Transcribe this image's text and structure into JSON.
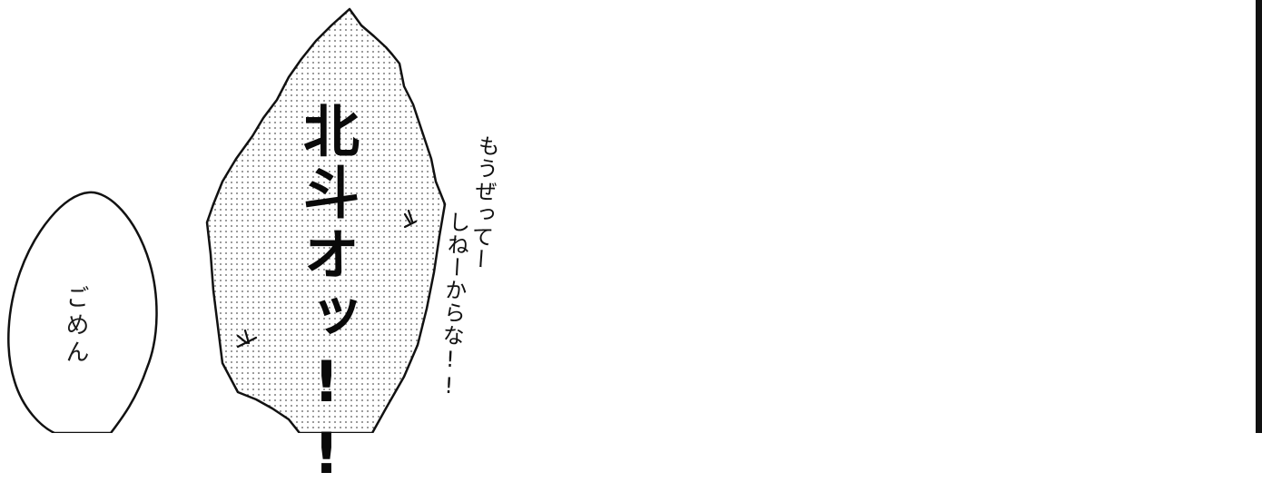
{
  "comic_panel": {
    "shout_text": "北斗オッ!!",
    "apology_text": "ごめん",
    "aside_line1": "もうぜってー",
    "aside_line2": "しねーからな!!",
    "ink_color": "#111111",
    "paper_color": "#ffffff",
    "effect_icon": "anger-vein-icon"
  }
}
